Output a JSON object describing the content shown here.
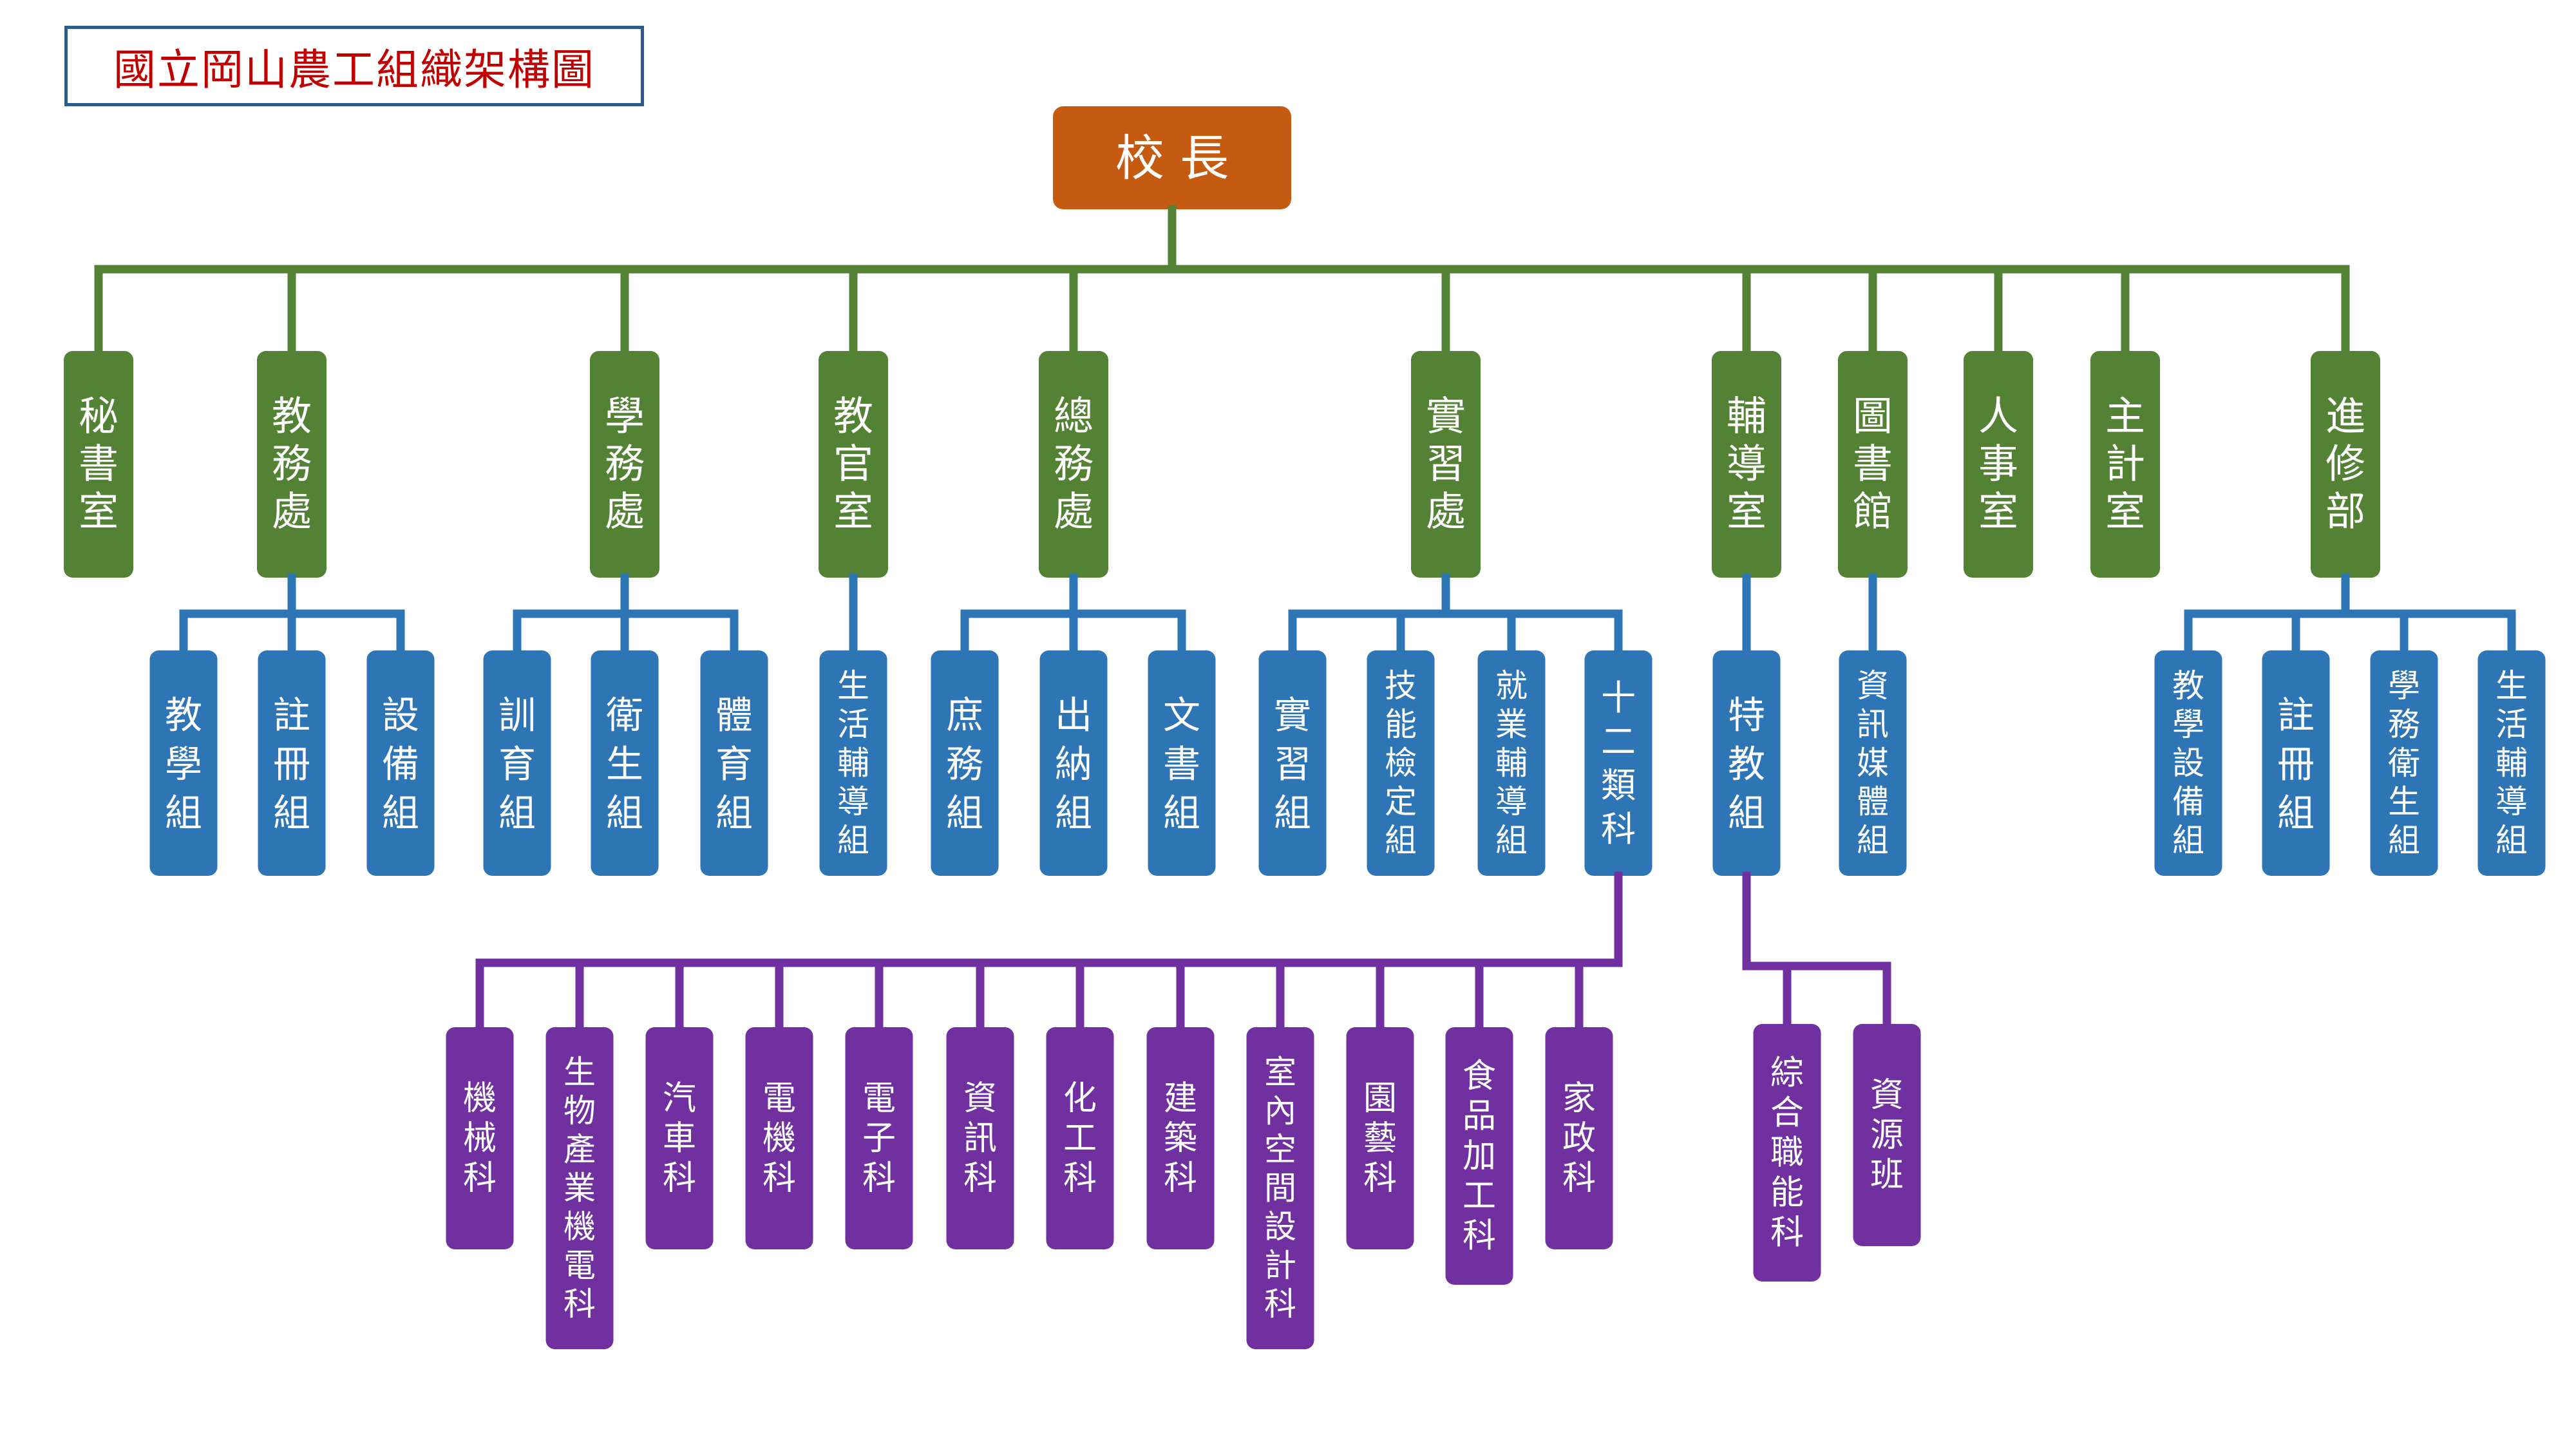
{
  "title": "國立岡山農工組織架構圖",
  "colors": {
    "root": "#C55A11",
    "level1": "#548235",
    "level2": "#2E75B6",
    "level3": "#7030A0",
    "title_border": "#2E5C8A",
    "title_text": "#C00000"
  },
  "root": {
    "label": "校 長"
  },
  "level1": [
    {
      "id": "secretary",
      "label": "秘書室"
    },
    {
      "id": "academic",
      "label": "教務處"
    },
    {
      "id": "student-affairs",
      "label": "學務處"
    },
    {
      "id": "military",
      "label": "教官室"
    },
    {
      "id": "general-affairs",
      "label": "總務處"
    },
    {
      "id": "practice",
      "label": "實習處"
    },
    {
      "id": "counseling",
      "label": "輔導室"
    },
    {
      "id": "library",
      "label": "圖書館"
    },
    {
      "id": "personnel",
      "label": "人事室"
    },
    {
      "id": "accounting",
      "label": "主計室"
    },
    {
      "id": "continuing",
      "label": "進修部"
    }
  ],
  "level2": [
    {
      "parent": "academic",
      "label": "教學組"
    },
    {
      "parent": "academic",
      "label": "註冊組"
    },
    {
      "parent": "academic",
      "label": "設備組"
    },
    {
      "parent": "student-affairs",
      "label": "訓育組"
    },
    {
      "parent": "student-affairs",
      "label": "衛生組"
    },
    {
      "parent": "student-affairs",
      "label": "體育組"
    },
    {
      "parent": "military",
      "label": "生活輔導組"
    },
    {
      "parent": "general-affairs",
      "label": "庶務組"
    },
    {
      "parent": "general-affairs",
      "label": "出納組"
    },
    {
      "parent": "general-affairs",
      "label": "文書組"
    },
    {
      "parent": "practice",
      "label": "實習組"
    },
    {
      "parent": "practice",
      "label": "技能檢定組"
    },
    {
      "parent": "practice",
      "label": "就業輔導組"
    },
    {
      "parent": "practice",
      "label": "十二類科"
    },
    {
      "parent": "counseling",
      "label": "特教組"
    },
    {
      "parent": "library",
      "label": "資訊媒體組"
    },
    {
      "parent": "continuing",
      "label": "教學設備組"
    },
    {
      "parent": "continuing",
      "label": "註冊組"
    },
    {
      "parent": "continuing",
      "label": "學務衛生組"
    },
    {
      "parent": "continuing",
      "label": "生活輔導組"
    }
  ],
  "level3": [
    {
      "parent": "十二類科",
      "label": "機械科"
    },
    {
      "parent": "十二類科",
      "label": "生物產業機電科"
    },
    {
      "parent": "十二類科",
      "label": "汽車科"
    },
    {
      "parent": "十二類科",
      "label": "電機科"
    },
    {
      "parent": "十二類科",
      "label": "電子科"
    },
    {
      "parent": "十二類科",
      "label": "資訊科"
    },
    {
      "parent": "十二類科",
      "label": "化工科"
    },
    {
      "parent": "十二類科",
      "label": "建築科"
    },
    {
      "parent": "十二類科",
      "label": "室內空間設計科"
    },
    {
      "parent": "十二類科",
      "label": "園藝科"
    },
    {
      "parent": "十二類科",
      "label": "食品加工科"
    },
    {
      "parent": "十二類科",
      "label": "家政科"
    },
    {
      "parent": "特教組",
      "label": "綜合職能科"
    },
    {
      "parent": "特教組",
      "label": "資源班"
    }
  ]
}
